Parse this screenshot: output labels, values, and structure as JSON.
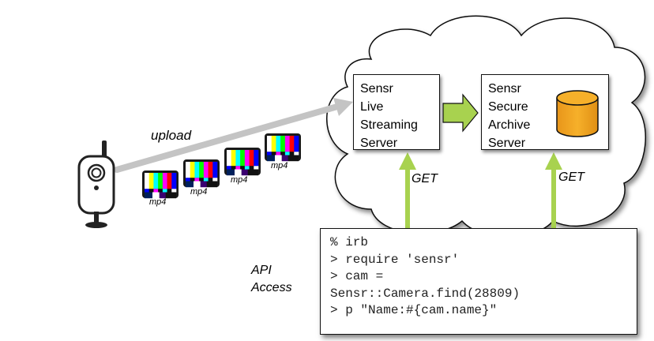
{
  "colors": {
    "arrow_gray": "#c4c4c4",
    "arrow_green": "#a8d24f",
    "database_fill": "#f3a81c",
    "box_border": "#111111"
  },
  "live_server": {
    "lines": [
      "Sensr",
      "Live",
      "Streaming",
      "Server"
    ]
  },
  "archive_server": {
    "lines": [
      "Sensr",
      "Secure",
      "Archive",
      "Server"
    ],
    "icon": "database-icon"
  },
  "labels": {
    "upload": "upload",
    "get_left": "GET",
    "get_right": "GET",
    "api_line1": "API",
    "api_line2": "Access"
  },
  "video_clips": [
    {
      "label": "mp4",
      "icon": "tv-test-pattern-icon"
    },
    {
      "label": "mp4",
      "icon": "tv-test-pattern-icon"
    },
    {
      "label": "mp4",
      "icon": "tv-test-pattern-icon"
    },
    {
      "label": "mp4",
      "icon": "tv-test-pattern-icon"
    }
  ],
  "camera": {
    "icon": "webcam-icon"
  },
  "terminal": {
    "lines": [
      "% irb",
      "> require 'sensr'",
      "> cam =",
      "Sensr::Camera.find(28809)",
      "> p \"Name:#{cam.name}\""
    ]
  }
}
